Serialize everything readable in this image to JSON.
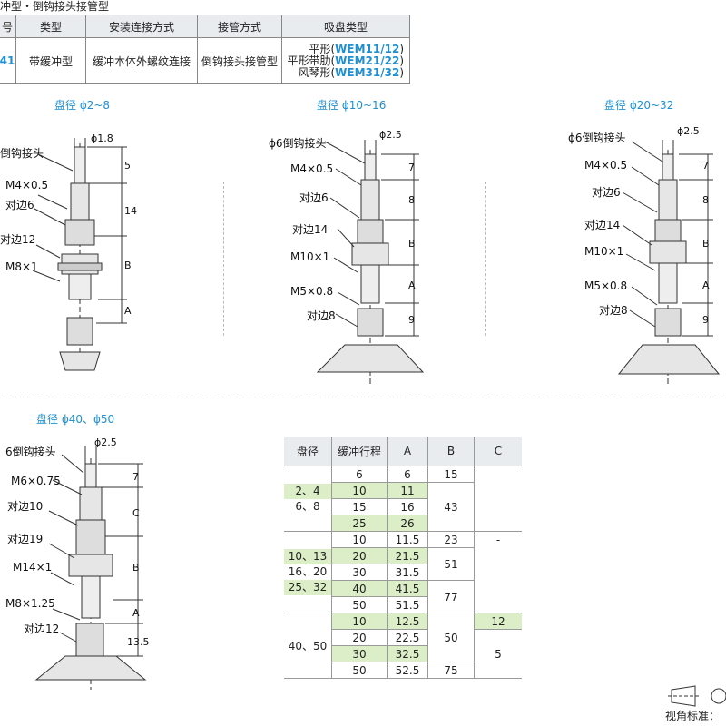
{
  "title": "冲型・倒钩接头接管型",
  "header_table": {
    "columns": [
      "号",
      "类型",
      "安装连接方式",
      "接管方式",
      "吸盘类型"
    ],
    "row": {
      "code": "41",
      "type": "带缓冲型",
      "mount": "缓冲本体外螺纹连接",
      "pipe": "倒钩接头接管型",
      "cup_types": [
        {
          "name": "平形",
          "code": "WEM11/12"
        },
        {
          "name": "平形带肋",
          "code": "WEM21/22"
        },
        {
          "name": "风琴形",
          "code": "WEM31/32"
        }
      ]
    }
  },
  "drawings": [
    {
      "caption": "盘径 ϕ2~8",
      "callouts": [
        "倒钩接头",
        "M4×0.5",
        "对边6",
        "对边12",
        "M8×1"
      ],
      "top_dim": "ϕ1.8",
      "dims": [
        "5",
        "14",
        "B",
        "A"
      ]
    },
    {
      "caption": "盘径 ϕ10~16",
      "callouts": [
        "ϕ6倒钩接头",
        "M4×0.5",
        "对边6",
        "对边14",
        "M10×1",
        "M5×0.8",
        "对边8"
      ],
      "top_dim": "ϕ2.5",
      "dims": [
        "7",
        "8",
        "B",
        "A",
        "9"
      ]
    },
    {
      "caption": "盘径 ϕ20~32",
      "callouts": [
        "ϕ6倒钩接头",
        "M4×0.5",
        "对边6",
        "对边14",
        "M10×1",
        "M5×0.8",
        "对边8"
      ],
      "top_dim": "ϕ2.5",
      "dims": [
        "7",
        "8",
        "B",
        "A",
        "9"
      ]
    },
    {
      "caption": "盘径 ϕ40、ϕ50",
      "callouts": [
        "6倒钩接头",
        "M6×0.75",
        "对边10",
        "对边19",
        "M14×1",
        "M8×1.25",
        "对边12"
      ],
      "top_dim": "ϕ2.5",
      "dims": [
        "7",
        "C",
        "B",
        "A",
        "13.5"
      ]
    }
  ],
  "data_table": {
    "headers": [
      "盘径",
      "缓冲行程",
      "A",
      "B",
      "C"
    ],
    "groups": [
      {
        "diam": [
          "2、4",
          "6、8"
        ],
        "rows": [
          [
            "6",
            "6"
          ],
          [
            "10",
            "11"
          ],
          [
            "15",
            "16"
          ],
          [
            "25",
            "26"
          ]
        ],
        "B": [
          [
            "15",
            1
          ],
          [
            "43",
            3
          ]
        ],
        "C": []
      },
      {
        "diam": [
          "10、13",
          "16、20",
          "25、32"
        ],
        "rows": [
          [
            "10",
            "11.5"
          ],
          [
            "20",
            "21.5"
          ],
          [
            "30",
            "31.5"
          ],
          [
            "40",
            "41.5"
          ],
          [
            "50",
            "51.5"
          ]
        ],
        "B": [
          [
            "23",
            1
          ],
          [
            "51",
            2
          ],
          [
            "77",
            2
          ]
        ],
        "C": [
          [
            "-",
            5
          ]
        ]
      },
      {
        "diam": [
          "40、50"
        ],
        "rows": [
          [
            "10",
            "12.5"
          ],
          [
            "20",
            "22.5"
          ],
          [
            "30",
            "32.5"
          ],
          [
            "50",
            "52.5"
          ]
        ],
        "B": [
          [
            "50",
            3
          ],
          [
            "75",
            1
          ]
        ],
        "C": [
          [
            "12",
            1
          ],
          [
            "5",
            3
          ]
        ]
      }
    ]
  },
  "footer": "视角标准："
}
